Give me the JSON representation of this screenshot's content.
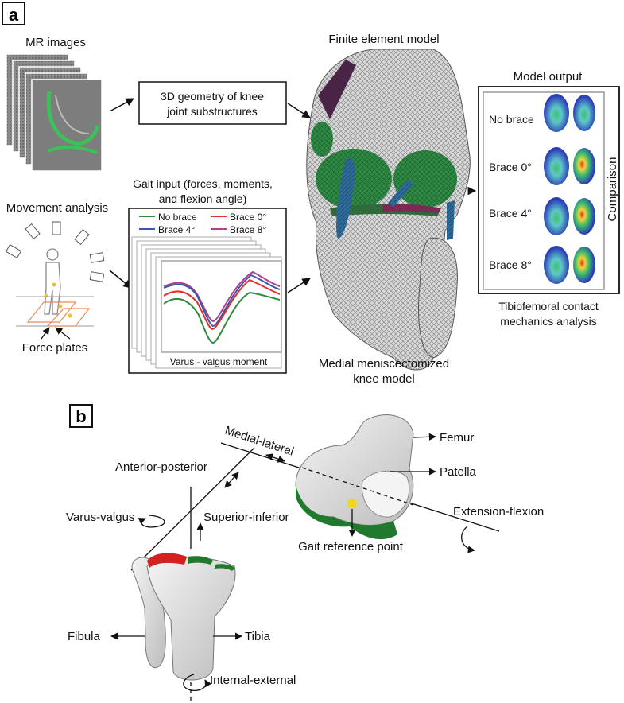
{
  "panel_a": {
    "letter": "a",
    "mr_images": "MR images",
    "geometry_box": {
      "line1": "3D geometry of knee",
      "line2": "joint substructures"
    },
    "movement_analysis": "Movement analysis",
    "force_plates": "Force plates",
    "gait_input": {
      "line1": "Gait input (forces, moments,",
      "line2": "and flexion angle)"
    },
    "legend": [
      {
        "label": "No brace",
        "color": "#2e8b3a"
      },
      {
        "label": "Brace 0°",
        "color": "#e0302a"
      },
      {
        "label": "Brace 4°",
        "color": "#3a56a8"
      },
      {
        "label": "Brace 8°",
        "color": "#a8448c"
      }
    ],
    "plot_xlabel": "Varus - valgus moment",
    "fe_model": "Finite element model",
    "medial_model": {
      "line1": "Medial meniscectomized",
      "line2": "knee model"
    },
    "model_output": "Model output",
    "conditions": [
      "No brace",
      "Brace 0°",
      "Brace 4°",
      "Brace 8°"
    ],
    "comparison": "Comparison",
    "contact": {
      "line1": "Tibiofemoral contact",
      "line2": "mechanics analysis"
    }
  },
  "panel_b": {
    "letter": "b",
    "medial_lateral": "Medial-lateral",
    "anterior_posterior": "Anterior-posterior",
    "varus_valgus": "Varus-valgus",
    "superior_inferior": "Superior-inferior",
    "femur": "Femur",
    "patella": "Patella",
    "extension_flexion": "Extension-flexion",
    "gait_reference": "Gait reference point",
    "fibula": "Fibula",
    "tibia": "Tibia",
    "internal_external": "Internal-external"
  },
  "colors": {
    "bone": "#e6e6e6",
    "cartilage_green": "#1f7a2e",
    "meniscus_red": "#d4211f",
    "ligament_blue": "#2f5f8a",
    "contact_blue": "#2a3fb8",
    "reference_point": "#f2d61b"
  }
}
